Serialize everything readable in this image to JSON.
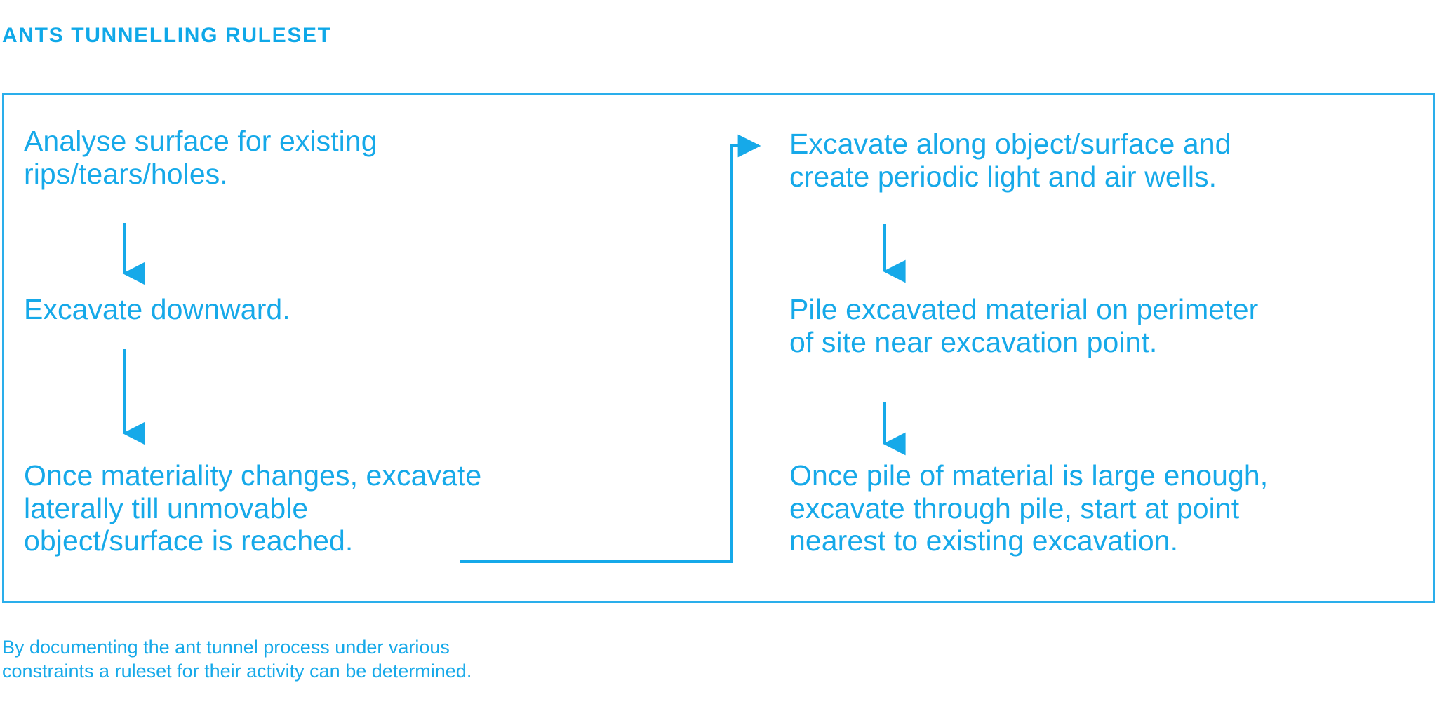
{
  "title": "ANTS TUNNELLING RULESET",
  "accent_color": "#16a9e9",
  "border_color": "#2aaeeb",
  "background_color": "#ffffff",
  "flow": {
    "left_column": [
      {
        "id": "analyse-surface",
        "text": "Analyse surface for existing\nrips/tears/holes."
      },
      {
        "id": "excavate-downward",
        "text": "Excavate downward."
      },
      {
        "id": "excavate-laterally",
        "text": "Once materiality changes, excavate\nlaterally till unmovable\nobject/surface is reached."
      }
    ],
    "right_column": [
      {
        "id": "excavate-along-surface",
        "text": "Excavate along object/surface and\ncreate periodic light and air wells."
      },
      {
        "id": "pile-material",
        "text": "Pile excavated material on perimeter\nof site near excavation point."
      },
      {
        "id": "excavate-through-pile",
        "text": "Once pile of material is large enough,\nexcavate through pile, start at point\nnearest to existing excavation."
      }
    ],
    "connectors": [
      {
        "id": "left-arrow-1",
        "type": "arrow-down",
        "from": "analyse-surface",
        "to": "excavate-downward"
      },
      {
        "id": "left-arrow-2",
        "type": "arrow-down",
        "from": "excavate-downward",
        "to": "excavate-laterally"
      },
      {
        "id": "column-bridge",
        "type": "elbow-arrow-right",
        "from": "excavate-laterally",
        "to": "excavate-along-surface"
      },
      {
        "id": "right-arrow-1",
        "type": "arrow-down",
        "from": "excavate-along-surface",
        "to": "pile-material"
      },
      {
        "id": "right-arrow-2",
        "type": "arrow-down",
        "from": "pile-material",
        "to": "excavate-through-pile"
      }
    ]
  },
  "caption": "By documenting the ant tunnel process under various\nconstraints a ruleset for their activity can be determined."
}
